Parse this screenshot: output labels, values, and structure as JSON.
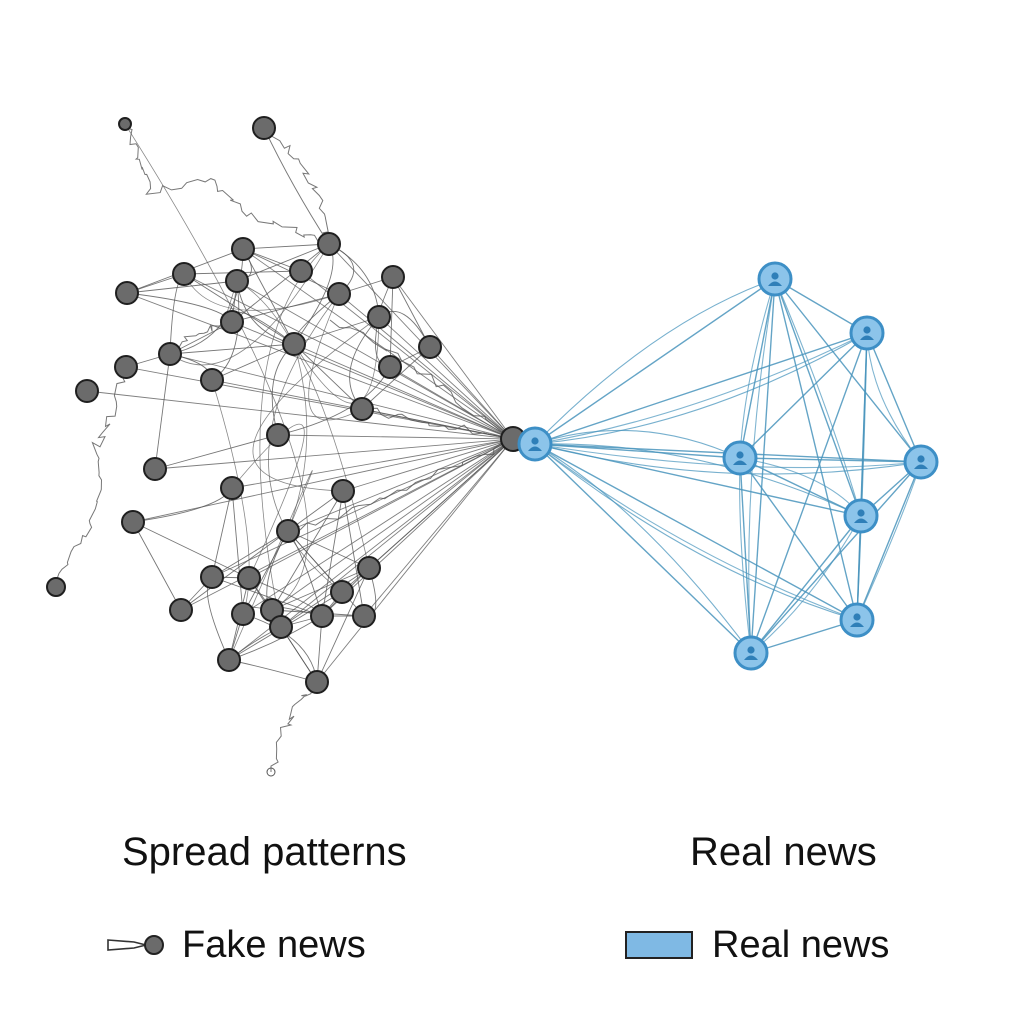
{
  "captions": {
    "left": "Spread patterns",
    "right": "Real news"
  },
  "legend": {
    "fake_label": "Fake news",
    "real_label": "Real news"
  },
  "colors": {
    "fake_node": "#6b6b6b",
    "fake_edge": "#555555",
    "real_node": "#8cc4ea",
    "real_node_border": "#3d8fc6",
    "real_edge": "#4a95bd",
    "real_icon": "#2f7fb8"
  },
  "icons": {
    "real_node": "person-icon",
    "fake_legend": "node-with-trail-icon"
  }
}
